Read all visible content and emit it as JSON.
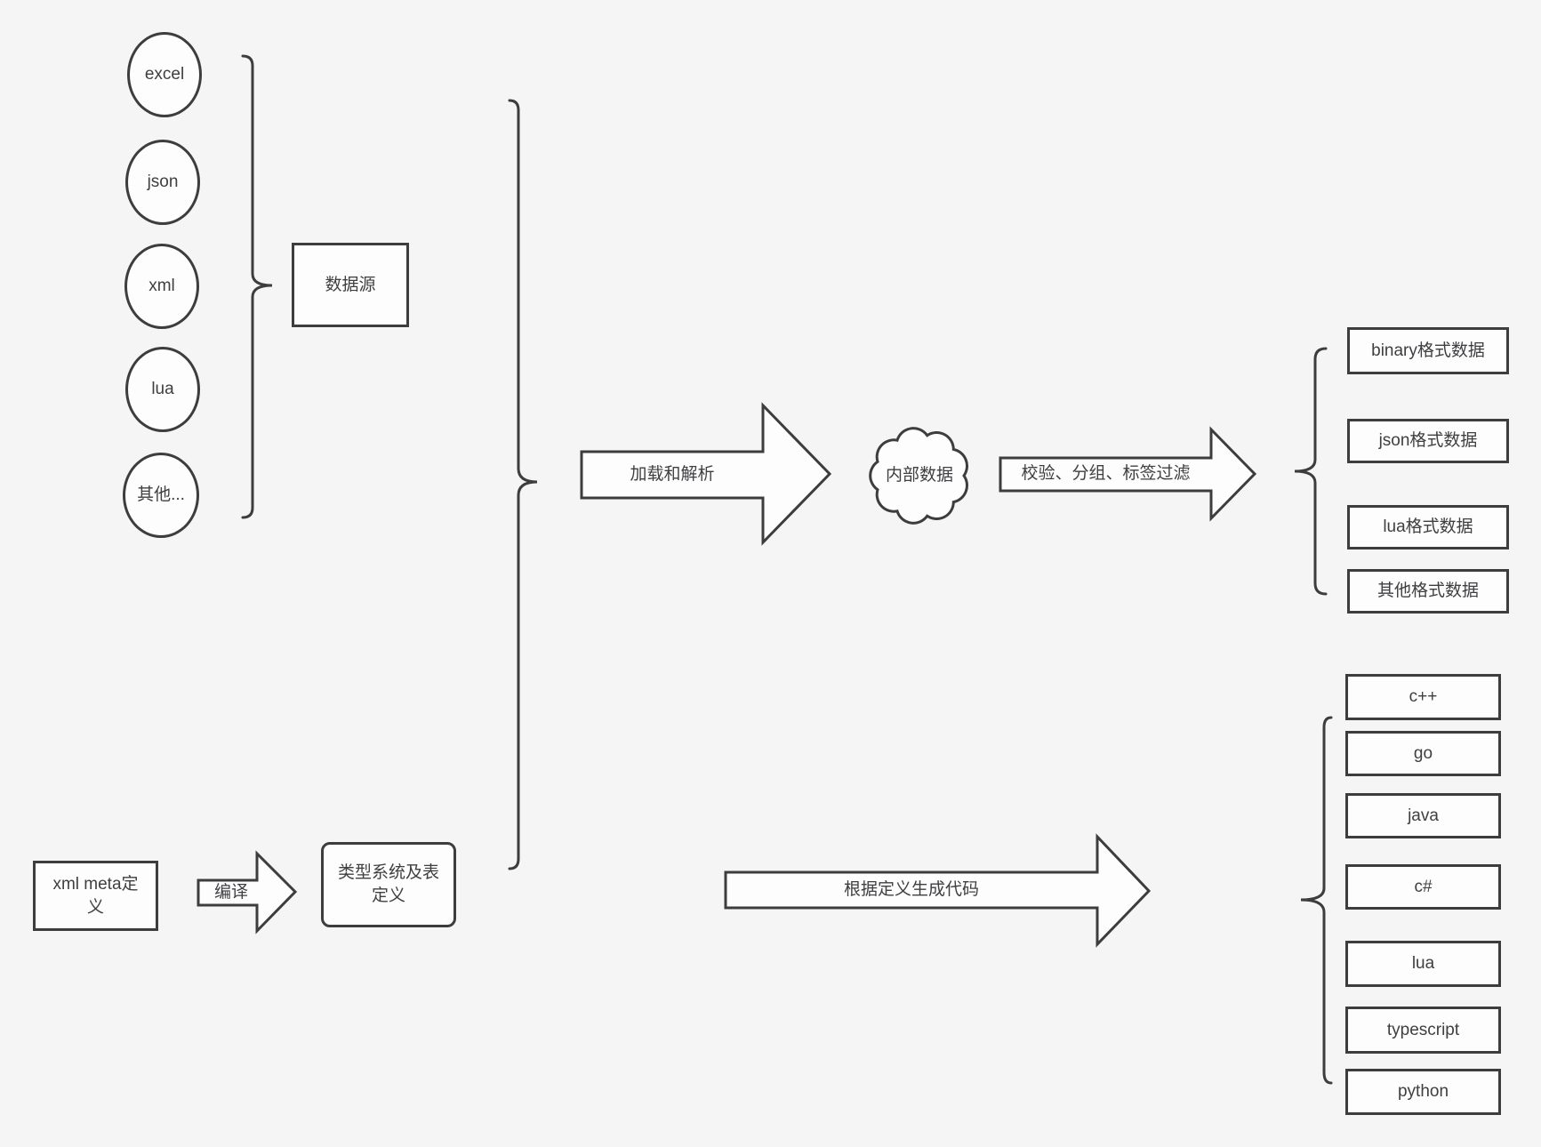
{
  "colors": {
    "background": "#f5f5f6",
    "shape_fill": "#fdfdfd",
    "stroke": "#3d3d3d",
    "text": "#3f3f42"
  },
  "sources": {
    "items": [
      "excel",
      "json",
      "xml",
      "lua",
      "其他..."
    ],
    "group_label": "数据源"
  },
  "pipeline": {
    "load_arrow_label": "加载和解析",
    "cloud_label": "内部数据",
    "filter_arrow_label": "校验、分组、标签过滤",
    "outputs": [
      "binary格式数据",
      "json格式数据",
      "lua格式数据",
      "其他格式数据"
    ]
  },
  "meta": {
    "xml_meta_label": "xml meta定义",
    "compile_arrow_label": "编译",
    "type_system_label": "类型系统及表定义",
    "codegen_arrow_label": "根据定义生成代码",
    "languages": [
      "c++",
      "go",
      "java",
      "c#",
      "lua",
      "typescript",
      "python"
    ]
  }
}
